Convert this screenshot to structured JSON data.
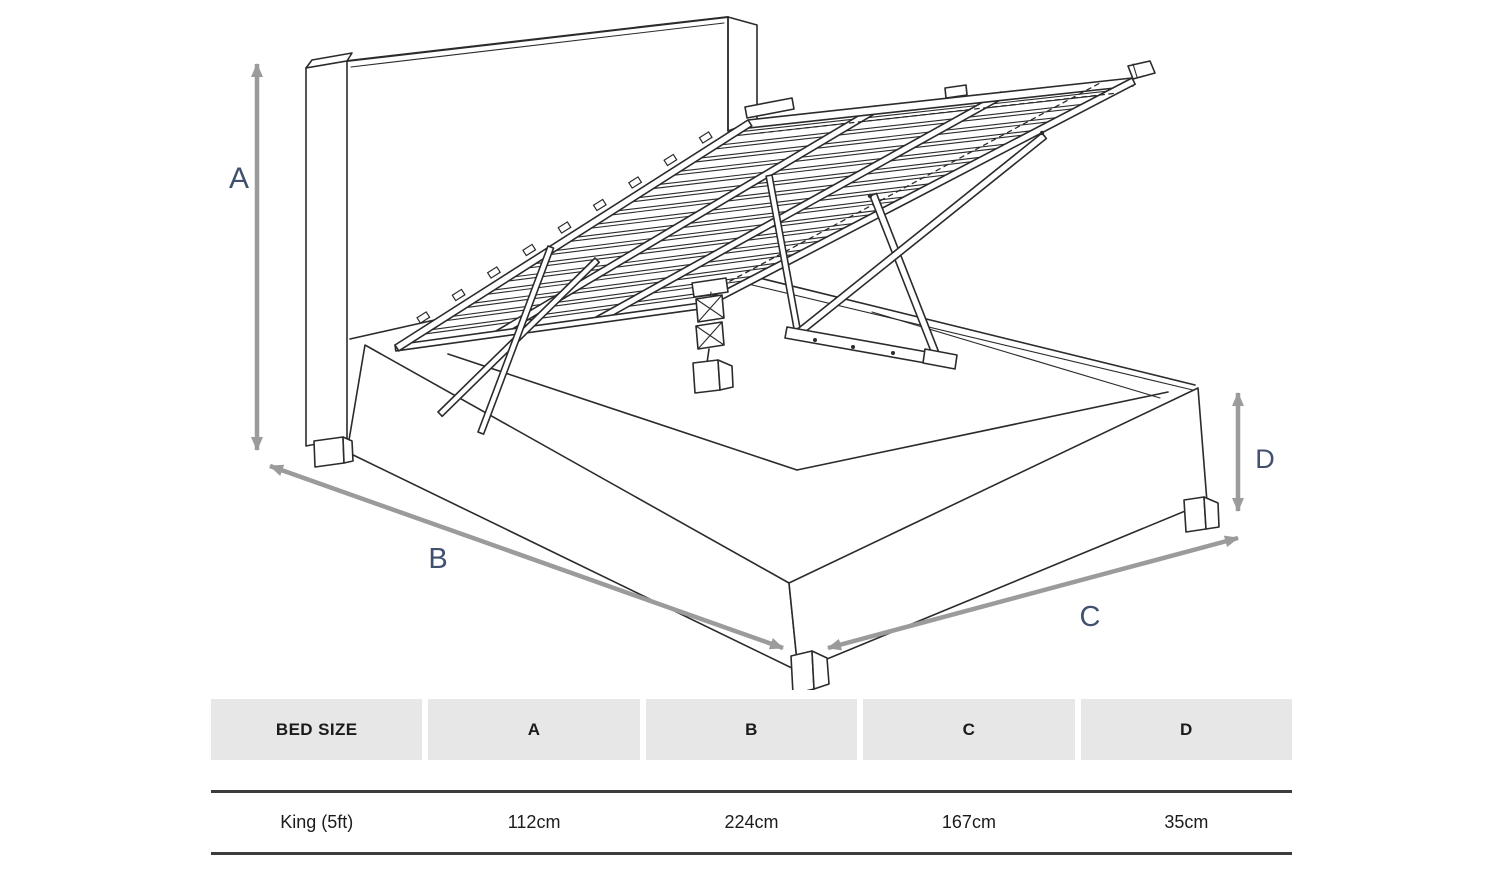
{
  "diagram": {
    "labels": {
      "a": "A",
      "b": "B",
      "c": "C",
      "d": "D"
    },
    "arrow_color": "#9b9b9b",
    "label_color": "#42506f",
    "line_color": "#2b2b2b"
  },
  "table": {
    "headers": [
      "BED SIZE",
      "A",
      "B",
      "C",
      "D"
    ],
    "rows": [
      [
        "King (5ft)",
        "112cm",
        "224cm",
        "167cm",
        "35cm"
      ]
    ],
    "header_bg": "#e7e7e7",
    "rule_color": "#3c3c3c"
  }
}
